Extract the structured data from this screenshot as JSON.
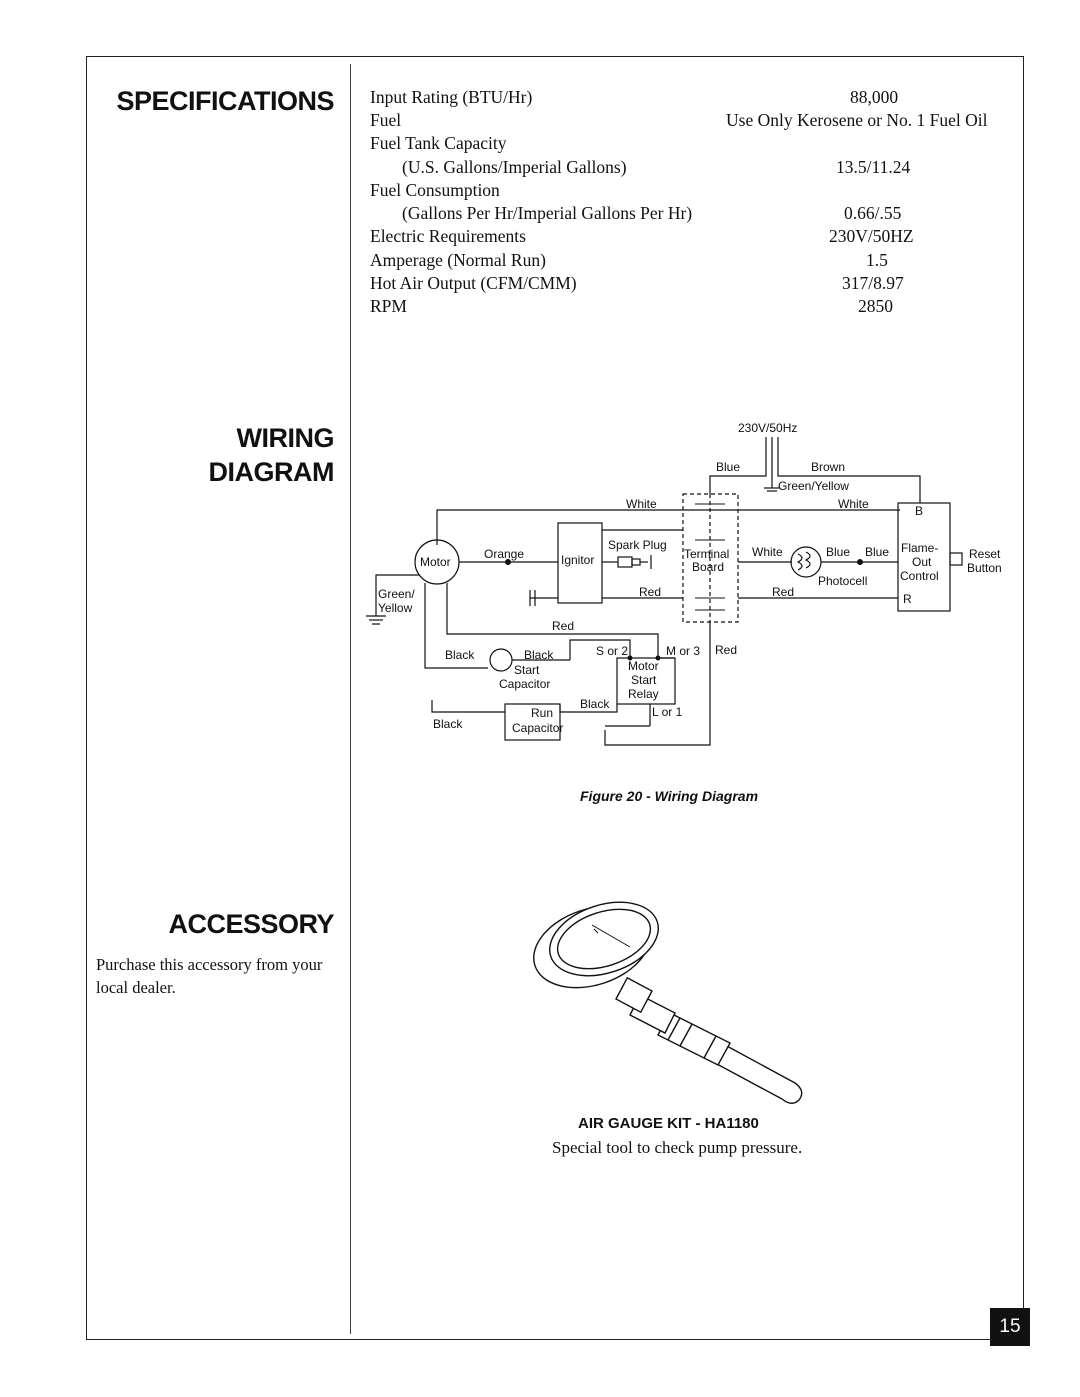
{
  "headings": {
    "specifications": "SPECIFICATIONS",
    "wiring_1": "WIRING",
    "wiring_2": "DIAGRAM",
    "accessory": "ACCESSORY"
  },
  "specs": [
    {
      "label": "Input Rating (BTU/Hr)",
      "value": "88,000"
    },
    {
      "label": "Fuel",
      "value": "Use Only Kerosene or No. 1 Fuel Oil"
    },
    {
      "label": "Fuel Tank Capacity",
      "value": ""
    },
    {
      "label": "(U.S. Gallons/Imperial Gallons)",
      "value": "13.5/11.24"
    },
    {
      "label": "Fuel Consumption",
      "value": ""
    },
    {
      "label": "(Gallons Per Hr/Imperial Gallons Per Hr)",
      "value": "0.66/.55"
    },
    {
      "label": "Electric Requirements",
      "value": "230V/50HZ"
    },
    {
      "label": "Amperage (Normal Run)",
      "value": "1.5"
    },
    {
      "label": "Hot Air Output (CFM/CMM)",
      "value": "317/8.97"
    },
    {
      "label": "RPM",
      "value": "2850"
    }
  ],
  "diagram": {
    "power": "230V/50Hz",
    "blue": "Blue",
    "brown": "Brown",
    "green_yellow": "Green/Yellow",
    "white": "White",
    "b": "B",
    "r": "R",
    "motor": "Motor",
    "orange": "Orange",
    "ignitor": "Ignitor",
    "spark_plug": "Spark Plug",
    "terminal": "Terminal",
    "board": "Board",
    "flame_1": "Flame-",
    "flame_2": "Out",
    "flame_3": "Control",
    "reset_1": "Reset",
    "reset_2": "Button",
    "photocell": "Photocell",
    "red": "Red",
    "green_1": "Green/",
    "green_2": "Yellow",
    "black": "Black",
    "start": "Start",
    "capacitor": "Capacitor",
    "s_or_2": "S or 2",
    "m_or_3": "M or 3",
    "relay_1": "Motor",
    "relay_2": "Start",
    "relay_3": "Relay",
    "l_or_1": "L or 1",
    "run": "Run",
    "caption": "Figure 20 - Wiring Diagram"
  },
  "accessory": {
    "text": "Purchase this accessory from your local dealer.",
    "kit_title": "AIR GAUGE KIT - HA1180",
    "kit_desc": "Special tool to check pump pressure."
  },
  "page_number": "15"
}
